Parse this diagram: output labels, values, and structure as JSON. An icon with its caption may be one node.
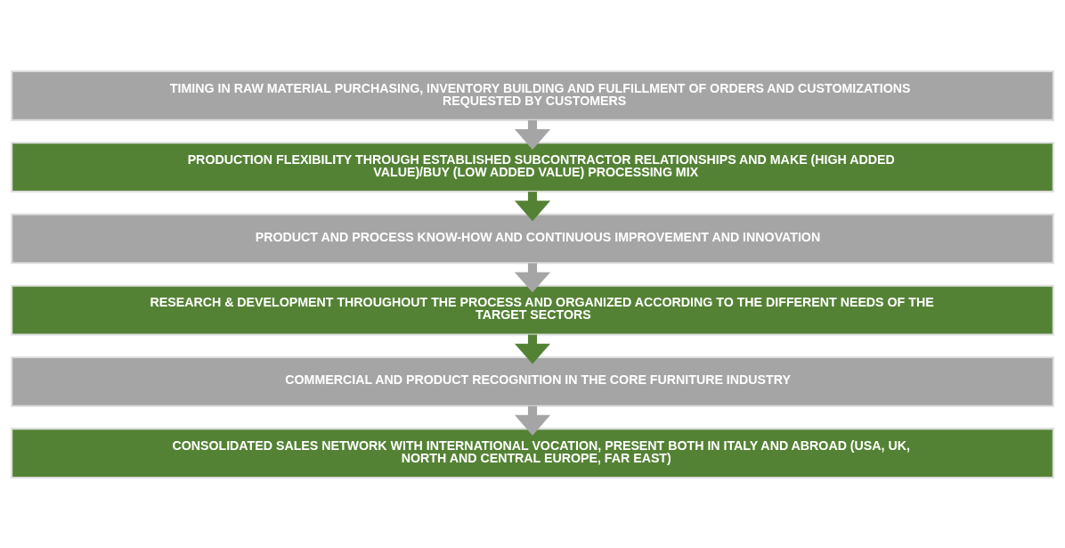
{
  "diagram": {
    "nodes": [
      {
        "text": [
          "TIMING IN RAW MATERIAL PURCHASING, INVENTORY BUILDING AND FULFILLMENT OF ORDERS AND CUSTOMIZATIONS REQUESTED BY CUSTOMERS"
        ]
      },
      {
        "text": [
          "PRODUCTION FLEXIBILITY THROUGH ESTABLISHED SUBCONTRACTOR RELATIONSHIPS AND MAKE (HIGH ADDED VALUE)/BUY (LOW ADDED VALUE) PROCESSING MIX"
        ]
      },
      {
        "text": [
          "PRODUCT AND PROCESS KNOW-HOW AND CONTINUOUS IMPROVEMENT AND INNOVATION"
        ]
      },
      {
        "text": [
          "RESEARCH & DEVELOPMENT THROUGHOUT THE PROCESS AND ORGANIZED ACCORDING TO THE DIFFERENT NEEDS OF THE TARGET SECTORS"
        ]
      },
      {
        "text": [
          "COMMERCIAL AND PRODUCT RECOGNITION IN THE CORE FURNITURE INDUSTRY"
        ]
      },
      {
        "text": [
          "CONSOLIDATED SALES NETWORK WITH INTERNATIONAL VOCATION, PRESENT BOTH IN ITALY AND ABROAD (USA, UK, NORTH AND CENTRAL EUROPE, FAR EAST)"
        ]
      }
    ],
    "edges": [
      {
        "from": 0,
        "to": 1,
        "arrow": "to"
      },
      {
        "from": 1,
        "to": 2,
        "arrow": "to",
        "color": "#548235"
      },
      {
        "from": 2,
        "to": 3,
        "arrow": "to"
      },
      {
        "from": 3,
        "to": 4,
        "arrow": "to",
        "color": "#548235"
      },
      {
        "from": 4,
        "to": 5,
        "arrow": "to"
      }
    ]
  }
}
